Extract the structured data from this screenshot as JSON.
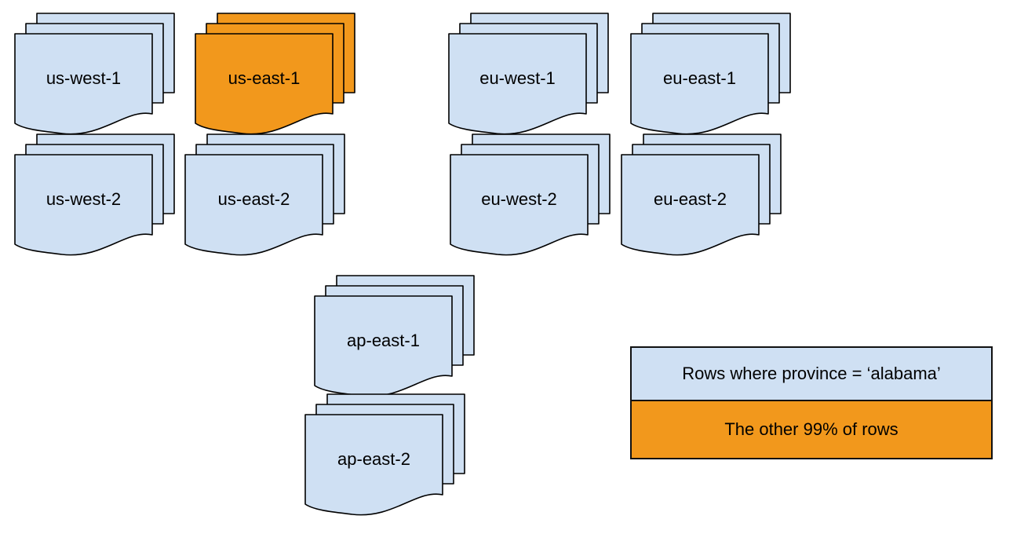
{
  "colors": {
    "region_fill": "#cfe0f3",
    "highlight_fill": "#f2981c",
    "stroke": "#000000"
  },
  "stacks": [
    {
      "label": "us-west-1",
      "fill": "#cfe0f3"
    },
    {
      "label": "us-east-1",
      "fill": "#f2981c"
    },
    {
      "label": "eu-west-1",
      "fill": "#cfe0f3"
    },
    {
      "label": "eu-east-1",
      "fill": "#cfe0f3"
    },
    {
      "label": "us-west-2",
      "fill": "#cfe0f3"
    },
    {
      "label": "us-east-2",
      "fill": "#cfe0f3"
    },
    {
      "label": "eu-west-2",
      "fill": "#cfe0f3"
    },
    {
      "label": "eu-east-2",
      "fill": "#cfe0f3"
    },
    {
      "label": "ap-east-1",
      "fill": "#cfe0f3"
    },
    {
      "label": "ap-east-2",
      "fill": "#cfe0f3"
    }
  ],
  "legend": {
    "alabama_label": "Rows where province = ‘alabama’",
    "alabama_fill": "#cfe0f3",
    "other_label": "The other 99% of rows",
    "other_fill": "#f2981c"
  }
}
